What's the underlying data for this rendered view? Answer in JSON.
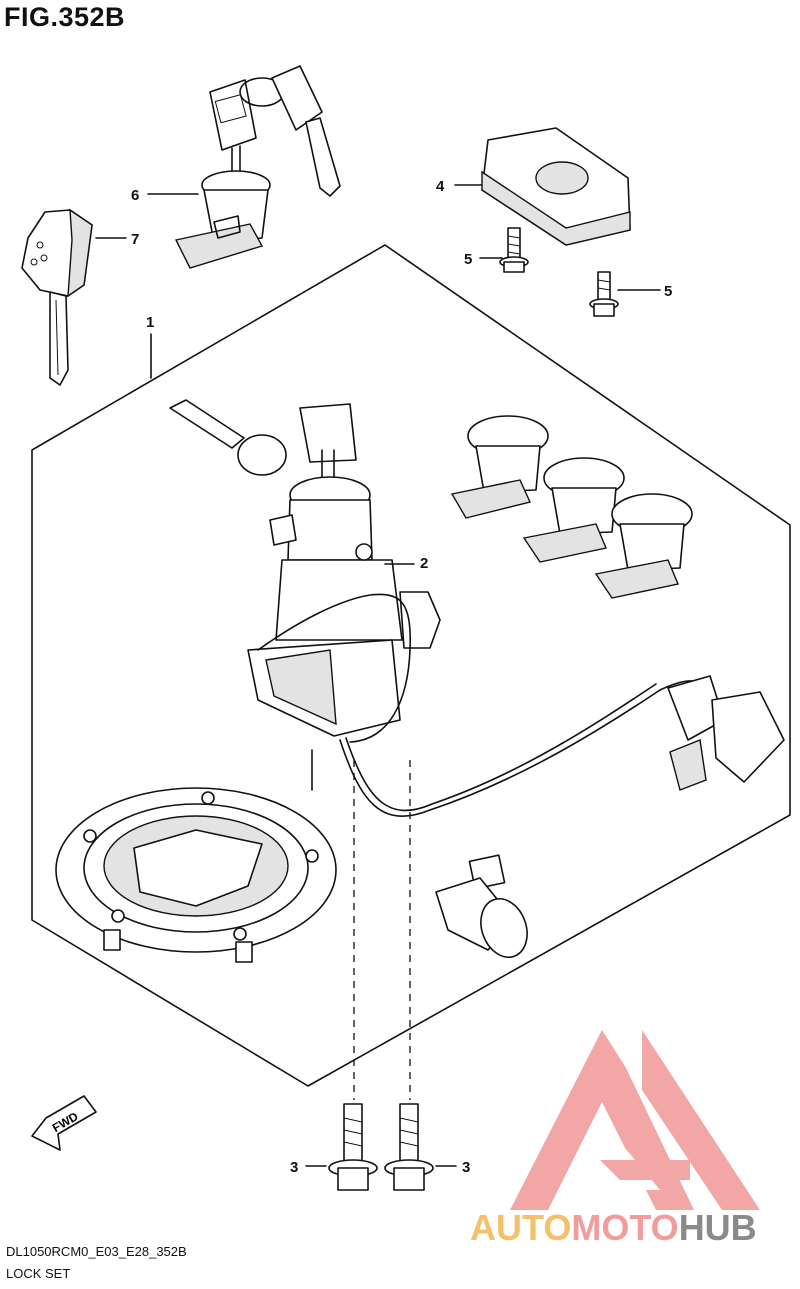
{
  "figure": {
    "title": "FIG.352B",
    "model_code": "DL1050RCM0_E03_E28_352B",
    "section_name": "LOCK SET"
  },
  "callouts": [
    "1",
    "2",
    "3",
    "3",
    "4",
    "5",
    "5",
    "6",
    "7"
  ],
  "direction_arrow": {
    "label": "FWD"
  },
  "watermark": {
    "word_part1": "AUTO",
    "word_part2": "MOTO",
    "word_part3": "HUB",
    "color_primary": "#f29d9d",
    "color_secondary": "#f4c06a",
    "color_dark": "#8a8a8a"
  }
}
